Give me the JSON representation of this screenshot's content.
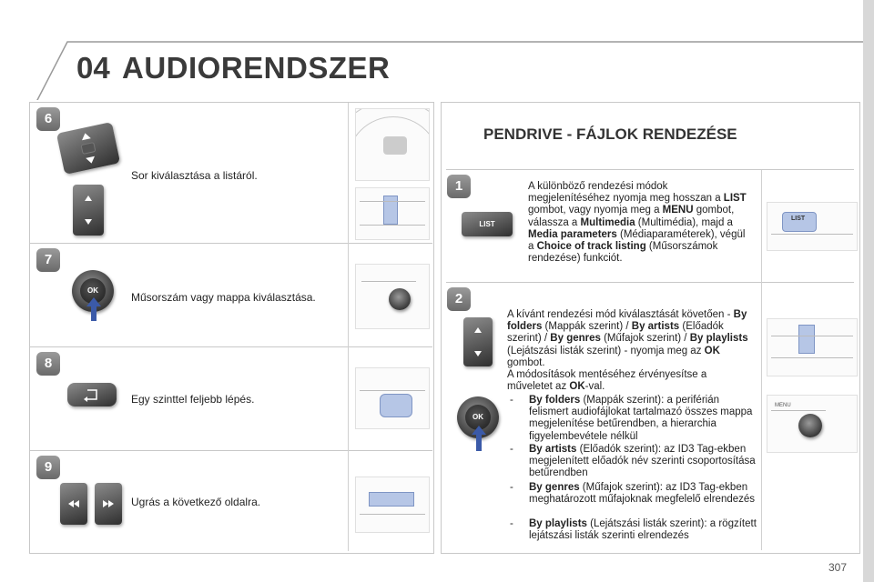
{
  "header": {
    "chapter": "04",
    "title": "AUDIORENDSZER"
  },
  "left_steps": [
    {
      "number": "6",
      "text": "Sor kiválasztása a listáról."
    },
    {
      "number": "7",
      "text": "Műsorszám vagy mappa kiválasztása."
    },
    {
      "number": "8",
      "text": "Egy szinttel feljebb lépés."
    },
    {
      "number": "9",
      "text": "Ugrás a következő oldalra."
    }
  ],
  "right": {
    "title": "PENDRIVE - FÁJLOK RENDEZÉSE",
    "step1": {
      "number": "1",
      "button_label": "LIST",
      "t1": "A különböző rendezési módok megjelenítéséhez nyomja meg hosszan a ",
      "b1": "LIST",
      "t2": " gombot, vagy nyomja meg a ",
      "b2": "MENU",
      "t3": " gombot, válassza a ",
      "b3": "Multimedia",
      "t4": " (Multimédia), majd a ",
      "b4": "Media parameters",
      "t5": " (Médiaparaméterek), végül a ",
      "b5": "Choice of track listing",
      "t6": " (Műsorszámok rendezése) funkciót."
    },
    "step2": {
      "number": "2",
      "p1_t1": "A kívánt rendezési mód kiválasztását követően - ",
      "p1_b1": "By folders",
      "p1_t2": " (Mappák szerint) / ",
      "p1_b2": "By artists",
      "p1_t3": " (Előadók szerint) / ",
      "p1_b3": "By genres",
      "p1_t4": " (Műfajok szerint) / ",
      "p1_b4": "By playlists",
      "p1_t5": " (Lejátszási listák szerint) - nyomja meg az ",
      "p1_b5": "OK",
      "p1_t6": " gombot.",
      "p2_t1": "A módosítások mentéséhez érvényesítse a műveletet az ",
      "p2_b1": "OK",
      "p2_t2": "-val.",
      "items": [
        {
          "name": "By folders",
          "desc": " (Mappák szerint): a periférián felismert audiofájlokat tartalmazó összes mappa megjelenítése betűrendben, a hierarchia figyelembevétele nélkül"
        },
        {
          "name": "By artists",
          "desc": " (Előadók szerint): az ID3 Tag-ekben megjelenített előadók név szerinti csoportosítása betűrendben"
        },
        {
          "name": "By genres",
          "desc": " (Műfajok szerint): az ID3 Tag-ekben meghatározott műfajoknak megfelelő elrendezés"
        },
        {
          "name": "By playlists",
          "desc": " (Lejátszási listák szerint): a rögzített lejátszási listák szerinti elrendezés"
        }
      ]
    }
  },
  "misc": {
    "dash": "-",
    "ok": "OK",
    "list": "LIST",
    "menu": "MENU",
    "page_number": "307"
  },
  "colors": {
    "accent": "#b6c6e6",
    "arrow": "#3b5aa8"
  }
}
